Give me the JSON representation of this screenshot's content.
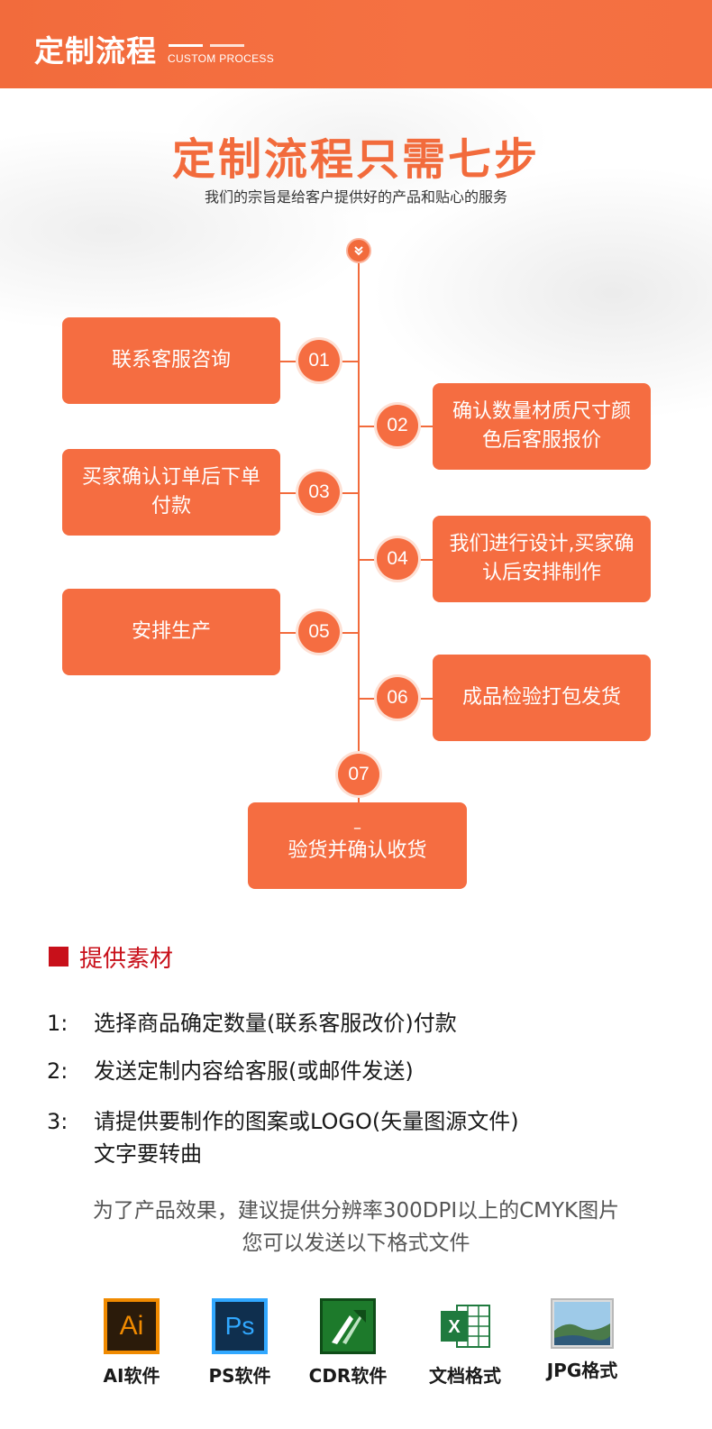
{
  "header": {
    "title": "定制流程",
    "subtitle": "CUSTOM PROCESS"
  },
  "intro": {
    "title": "定制流程只需七步",
    "subtitle": "我们的宗旨是给客户提供好的产品和贴心的服务"
  },
  "timeline": {
    "top_marker": "⌄",
    "steps": [
      {
        "num": "01",
        "text": "联系客服咨询"
      },
      {
        "num": "02",
        "text": "确认数量材质尺寸颜色后客服报价"
      },
      {
        "num": "03",
        "text": "买家确认订单后下单付款"
      },
      {
        "num": "04",
        "text": "我们进行设计,买家确认后安排制作"
      },
      {
        "num": "05",
        "text": "安排生产"
      },
      {
        "num": "06",
        "text": "成品检验打包发货"
      },
      {
        "num": "07",
        "dash": "–",
        "text": "验货并确认收货"
      }
    ]
  },
  "materials": {
    "title": "提供素材",
    "items": [
      {
        "num": "1:",
        "line1": "选择商品确定数量(联系客服改价)付款",
        "line2": ""
      },
      {
        "num": "2:",
        "line1": "发送定制内容给客服(或邮件发送)",
        "line2": ""
      },
      {
        "num": "3:",
        "line1": "请提供要制作的图案或LOGO(矢量图源文件)",
        "line2": "文字要转曲"
      }
    ],
    "note_line1": "为了产品效果，建议提供分辨率300DPI以上的CMYK图片",
    "note_line2": "您可以发送以下格式文件"
  },
  "software": [
    {
      "icon": "ai-icon",
      "icon_text": "Ai",
      "label": "AI软件",
      "color": "#f08a00"
    },
    {
      "icon": "ps-icon",
      "icon_text": "Ps",
      "label": "PS软件",
      "color": "#31a8ff"
    },
    {
      "icon": "cdr-icon",
      "icon_text": "",
      "label": "CDR软件",
      "color": "#1d7a2b"
    },
    {
      "icon": "excel-icon",
      "icon_text": "X",
      "label": "文档格式",
      "color": "#1f7a3e"
    },
    {
      "icon": "jpg-icon",
      "icon_text": "",
      "label": "JPG格式",
      "color": "#5b9bd5"
    }
  ],
  "colors": {
    "accent": "#f56d41",
    "header": "#f26b3c",
    "materials_red": "#c8101a"
  }
}
